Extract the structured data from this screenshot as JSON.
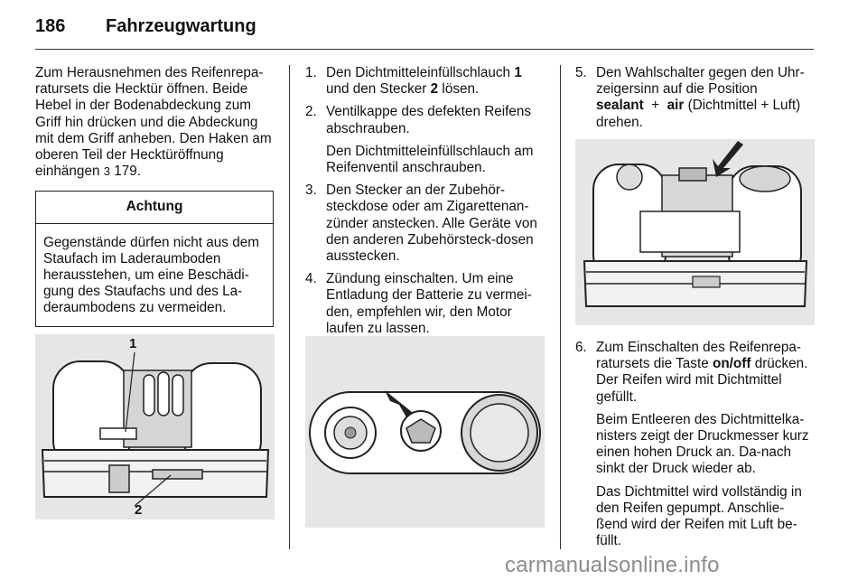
{
  "header": {
    "page_number": "186",
    "title": "Fahrzeugwartung"
  },
  "col1": {
    "intro": "Zum Herausnehmen des Reifenrepa-ratursets die Hecktür öffnen. Beide Hebel in der Bodenabdeckung zum Griff hin drücken und die Abdeckung mit dem Griff anheben. Den Haken am oberen Teil der Hecktüröffnung einhängen",
    "ref_arrow": "3",
    "ref_page": "179.",
    "warning": {
      "heading": "Achtung",
      "body": "Gegenstände dürfen nicht aus dem Staufach im Laderaumboden herausstehen, um eine Beschädi-gung des Staufachs und des La-deraumbodens zu vermeiden."
    },
    "figure": {
      "callout_1": "1",
      "callout_2": "2"
    }
  },
  "col2": {
    "steps": [
      {
        "num": "1.",
        "pre": "Den Dichtmitteleinfüllschlauch ",
        "b1": "1",
        "mid": " und den Stecker ",
        "b2": "2",
        "post": " lösen."
      },
      {
        "num": "2.",
        "text": "Ventilkappe des defekten Reifens abschrauben.",
        "sub": "Den Dichtmitteleinfüllschlauch am Reifenventil anschrauben."
      },
      {
        "num": "3.",
        "text": "Den Stecker an der Zubehör-steckdose oder am Zigarettenan-zünder anstecken. Alle Geräte von den anderen Zubehörsteck-dosen ausstecken."
      },
      {
        "num": "4.",
        "text": "Zündung einschalten. Um eine Entladung der Batterie zu vermei-den, empfehlen wir, den Motor laufen zu lassen."
      }
    ]
  },
  "col3": {
    "step5": {
      "num": "5.",
      "pre": "Den Wahlschalter gegen den Uhr-zeigersinn auf die Position",
      "bold1": "sealant",
      "plus": "+",
      "bold2": "air",
      "post": "(Dichtmittel + Luft) drehen."
    },
    "step6": {
      "num": "6.",
      "pre": "Zum Einschalten des Reifenrepa-ratursets die Taste",
      "bold": "on/off",
      "post": "drücken. Der Reifen wird mit Dichtmittel gefüllt.",
      "sub1": "Beim Entleeren des Dichtmittelka-nisters zeigt der Druckmesser kurz einen hohen Druck an. Da-nach sinkt der Druck wieder ab.",
      "sub2": "Das Dichtmittel wird vollständig in den Reifen gepumpt. Anschlie-ßend wird der Reifen mit Luft be-füllt."
    }
  },
  "watermark": "carmanualsonline.info"
}
